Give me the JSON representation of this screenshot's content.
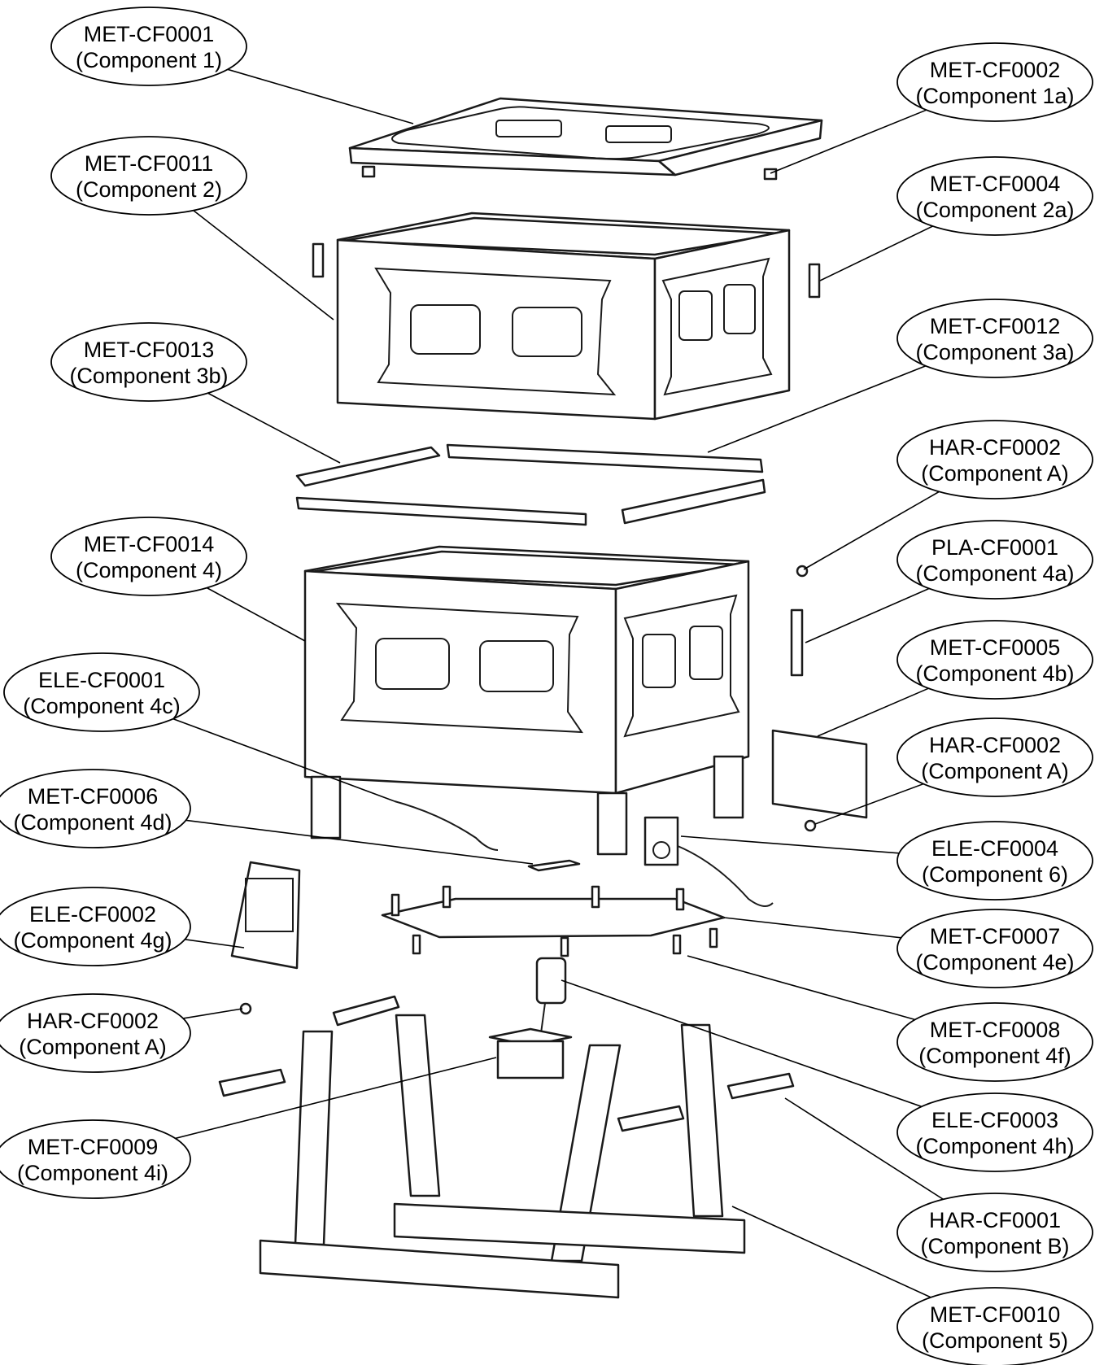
{
  "callouts": [
    {
      "code": "MET-CF0001",
      "component": "(Component 1)"
    },
    {
      "code": "MET-CF0002",
      "component": "(Component 1a)"
    },
    {
      "code": "MET-CF0011",
      "component": "(Component 2)"
    },
    {
      "code": "MET-CF0004",
      "component": "(Component 2a)"
    },
    {
      "code": "MET-CF0013",
      "component": "(Component 3b)"
    },
    {
      "code": "MET-CF0012",
      "component": "(Component 3a)"
    },
    {
      "code": "HAR-CF0002",
      "component": "(Component A)"
    },
    {
      "code": "MET-CF0014",
      "component": "(Component 4)"
    },
    {
      "code": "PLA-CF0001",
      "component": "(Component 4a)"
    },
    {
      "code": "MET-CF0005",
      "component": "(Component 4b)"
    },
    {
      "code": "ELE-CF0001",
      "component": "(Component 4c)"
    },
    {
      "code": "HAR-CF0002",
      "component": "(Component A)"
    },
    {
      "code": "MET-CF0006",
      "component": "(Component 4d)"
    },
    {
      "code": "ELE-CF0004",
      "component": "(Component 6)"
    },
    {
      "code": "ELE-CF0002",
      "component": "(Component 4g)"
    },
    {
      "code": "MET-CF0007",
      "component": "(Component 4e)"
    },
    {
      "code": "HAR-CF0002",
      "component": "(Component A)"
    },
    {
      "code": "MET-CF0008",
      "component": "(Component 4f)"
    },
    {
      "code": "MET-CF0009",
      "component": "(Component 4i)"
    },
    {
      "code": "ELE-CF0003",
      "component": "(Component 4h)"
    },
    {
      "code": "HAR-CF0001",
      "component": "(Component B)"
    },
    {
      "code": "MET-CF0010",
      "component": "(Component 5)"
    }
  ]
}
